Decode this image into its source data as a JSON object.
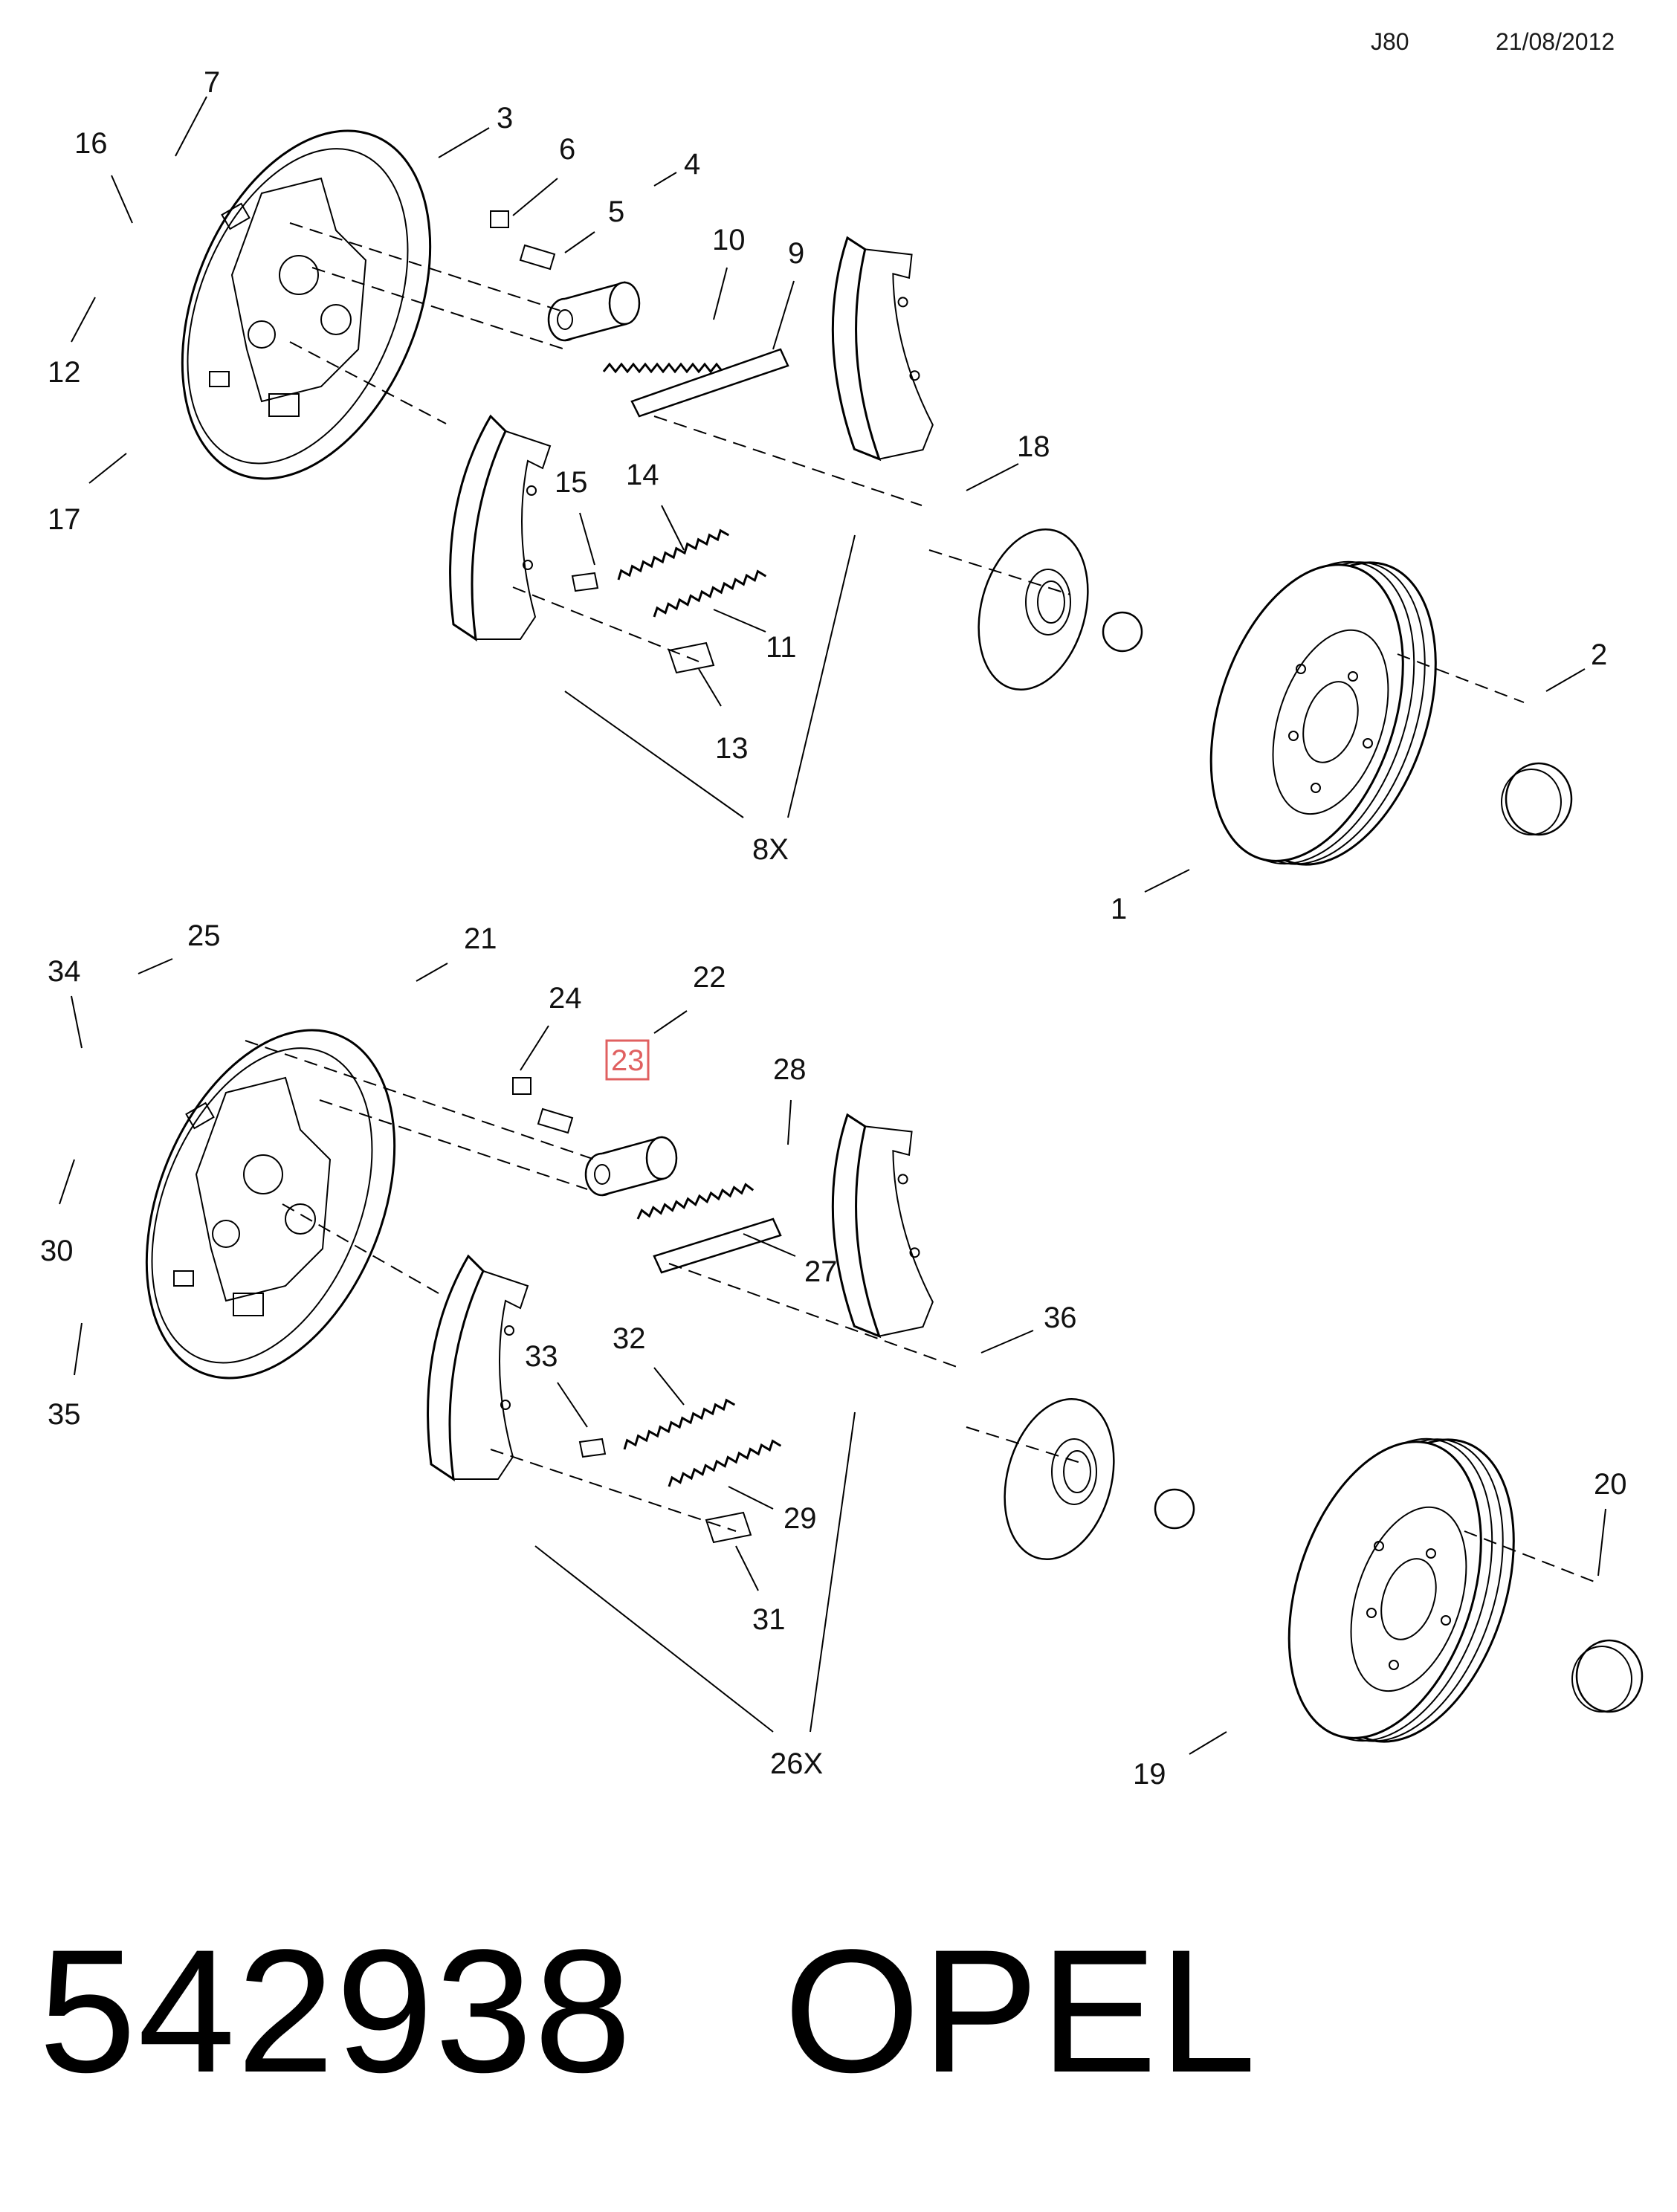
{
  "header": {
    "code": "J80",
    "date": "21/08/2012"
  },
  "diagram": {
    "callouts_top": [
      "7",
      "3",
      "16",
      "6",
      "4",
      "5",
      "10",
      "9",
      "12",
      "18",
      "17",
      "15",
      "14",
      "11",
      "2",
      "13",
      "8X",
      "1"
    ],
    "callouts_bottom": [
      "25",
      "21",
      "34",
      "24",
      "22",
      "23",
      "28",
      "30",
      "27",
      "36",
      "35",
      "33",
      "32",
      "20",
      "29",
      "31",
      "26X",
      "19"
    ],
    "highlighted_callout": "23",
    "highlight_color": "#e06060"
  },
  "footer": {
    "part_number": "542938",
    "brand": "OPEL"
  }
}
